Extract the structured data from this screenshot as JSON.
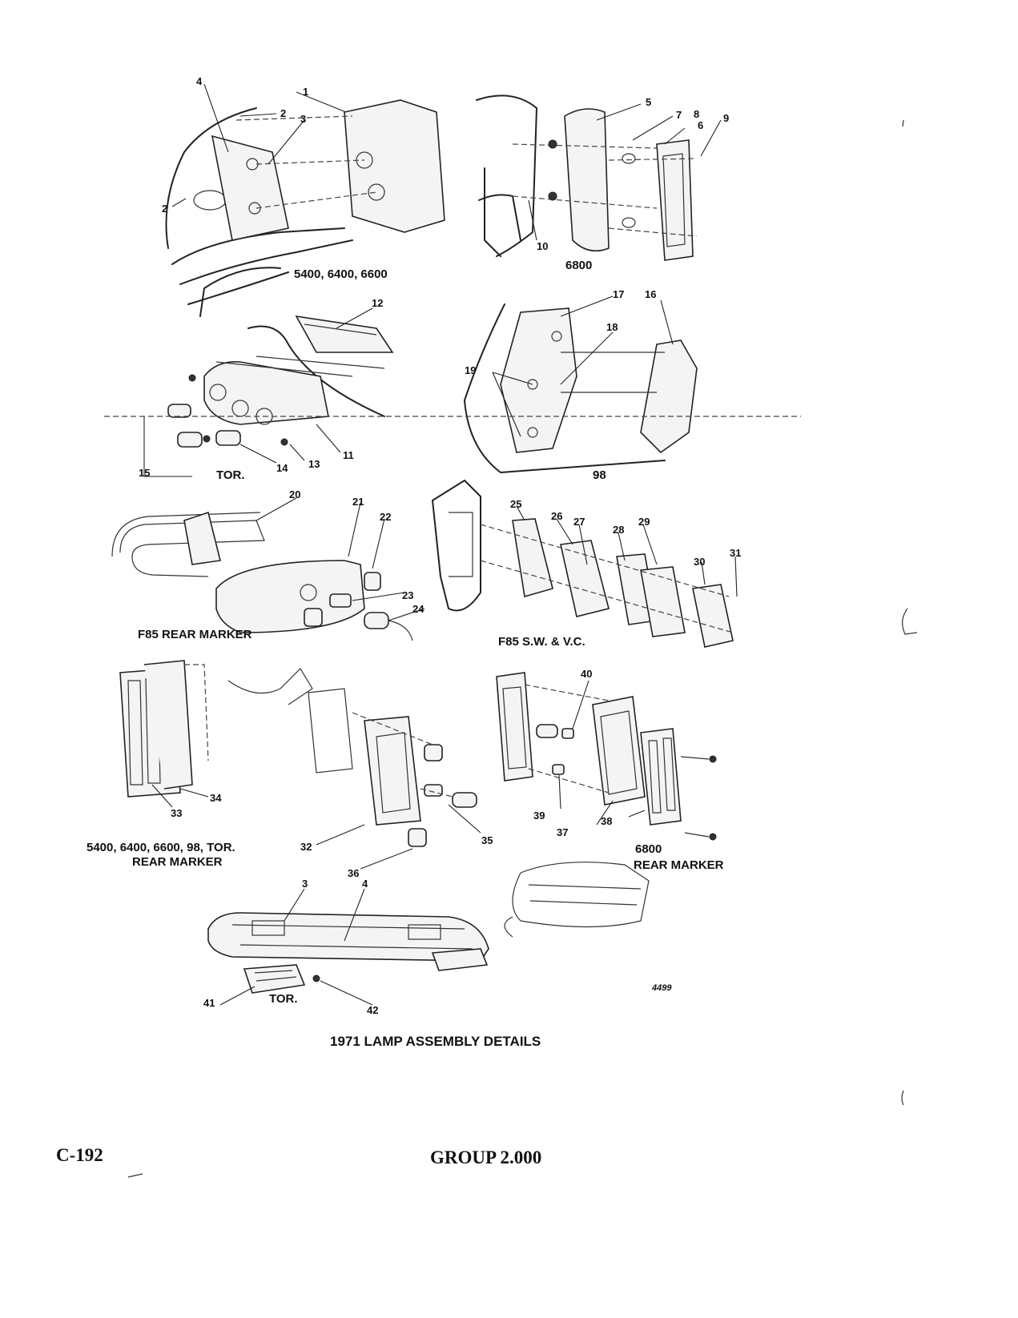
{
  "captions": {
    "top_left": "5400, 6400, 6600",
    "top_right": "6800",
    "mid_left": "TOR.",
    "mid_right": "98",
    "f85_rear": "F85 REAR MARKER",
    "f85_sw": "F85 S.W. & V.C.",
    "rear_marker_left_line1": "5400, 6400, 6600, 98, TOR.",
    "rear_marker_left_line2": "REAR MARKER",
    "rear_marker_right_line1": "6800",
    "rear_marker_right_line2": "REAR MARKER",
    "bottom_tor": "TOR.",
    "figure_number": "4499"
  },
  "title": "1971 LAMP ASSEMBLY DETAILS",
  "footer": {
    "page_code": "C-192",
    "group": "GROUP 2.000"
  },
  "callouts": [
    "1",
    "2",
    "2",
    "3",
    "4",
    "5",
    "6",
    "7",
    "8",
    "9",
    "10",
    "11",
    "12",
    "13",
    "14",
    "15",
    "16",
    "17",
    "18",
    "19",
    "20",
    "21",
    "22",
    "23",
    "24",
    "25",
    "26",
    "27",
    "28",
    "29",
    "30",
    "31",
    "32",
    "33",
    "34",
    "35",
    "36",
    "37",
    "38",
    "39",
    "40",
    "41",
    "42",
    "3",
    "4"
  ]
}
